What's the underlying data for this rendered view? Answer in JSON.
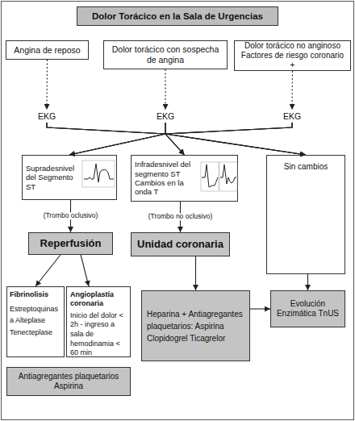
{
  "diagram": {
    "title": "Dolor Torácico en la Sala de Urgencias",
    "nodes": [
      {
        "text": [
          "Angina de reposo"
        ]
      },
      {
        "text": [
          "Dolor torácico con sospecha de angina"
        ]
      },
      {
        "text": [
          "Dolor torácico no anginoso Factores de riesgo coronario +"
        ]
      },
      {
        "text": [
          "EKG"
        ]
      },
      {
        "text": [
          "EKG"
        ]
      },
      {
        "text": [
          "EKG"
        ]
      },
      {
        "text": [
          "Supradesnivel del Segmento ST"
        ]
      },
      {
        "text": [
          "Infradesnivel del segmento ST Cambios en la onda T"
        ]
      },
      {
        "text": [
          "Sin cambios"
        ]
      },
      {
        "text": [
          "Reperfusión"
        ]
      },
      {
        "text": [
          "Unidad coronaria"
        ]
      },
      {
        "text": [
          "Fibrinolisis",
          "Estreptoquinasa Alteplase Tenecteplase"
        ]
      },
      {
        "text": [
          "Angioplastía coronaria",
          "Inicio del dolor < 2h - ingreso a sala de hemodinamia < 60 min"
        ]
      },
      {
        "text": [
          "Heparina + Antiagregantes plaquetarios: Aspirina Clopidogrel Ticagrelor"
        ]
      },
      {
        "text": [
          "Evolución Enzimática TnUS"
        ]
      },
      {
        "text": [
          "Antiagregantes plaquetarios Aspirina"
        ]
      }
    ],
    "edges": [
      {
        "from": 0,
        "to": 3,
        "arrow": "to"
      },
      {
        "from": 1,
        "to": 4,
        "arrow": "to"
      },
      {
        "from": 2,
        "to": 5,
        "arrow": "to"
      },
      {
        "from": 3,
        "to": 6,
        "arrow": "to"
      },
      {
        "from": 3,
        "to": 7,
        "arrow": "to"
      },
      {
        "from": 3,
        "to": 8,
        "arrow": "to"
      },
      {
        "from": 4,
        "to": 6,
        "arrow": "to"
      },
      {
        "from": 4,
        "to": 7,
        "arrow": "to"
      },
      {
        "from": 4,
        "to": 8,
        "arrow": "to"
      },
      {
        "from": 5,
        "to": 6,
        "arrow": "to"
      },
      {
        "from": 5,
        "to": 7,
        "arrow": "to"
      },
      {
        "from": 5,
        "to": 8,
        "arrow": "to"
      },
      {
        "from": 6,
        "to": 9,
        "label": "(Trombo oclusivo)",
        "arrow": "to"
      },
      {
        "from": 7,
        "to": 10,
        "label": "(Trombo no oclusivo)",
        "arrow": "to"
      },
      {
        "from": 9,
        "to": 11,
        "arrow": "to"
      },
      {
        "from": 9,
        "to": 12,
        "arrow": "to"
      },
      {
        "from": 10,
        "to": 13,
        "arrow": "to"
      },
      {
        "from": 8,
        "to": 14,
        "arrow": "to"
      },
      {
        "from": 13,
        "to": 14,
        "arrow": "to"
      }
    ]
  }
}
